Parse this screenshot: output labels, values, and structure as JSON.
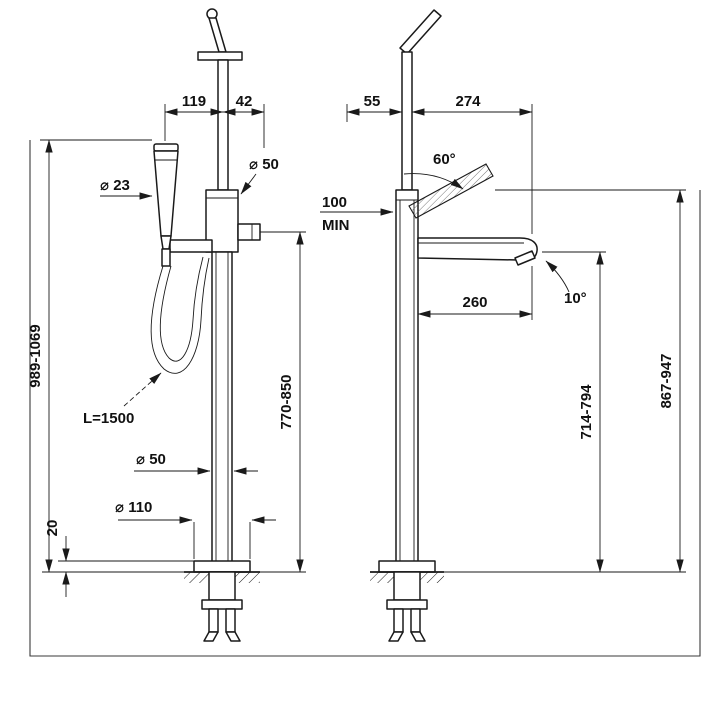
{
  "drawing": {
    "description": "Floor-mounted bath mixer with hand shower - dimensional drawing, front and side views",
    "colors": {
      "line": "#1a1a1a",
      "background": "#ffffff"
    },
    "front_view": {
      "dim_top_left": "119",
      "dim_top_right": "42",
      "dia_handshower": "⌀ 23",
      "dia_column_top": "⌀ 50",
      "height_overall": "989-1069",
      "hose_length": "L=1500",
      "dia_column": "⌀ 50",
      "dia_base": "⌀ 110",
      "base_thickness": "20",
      "height_outlet": "770-850"
    },
    "side_view": {
      "dim_top_left": "55",
      "dim_top_right": "274",
      "lever_angle": "60°",
      "clearance_value": "100",
      "clearance_label": "MIN",
      "spout_reach": "260",
      "spout_angle": "10°",
      "height_spout": "714-794",
      "height_overall": "867-947"
    }
  }
}
